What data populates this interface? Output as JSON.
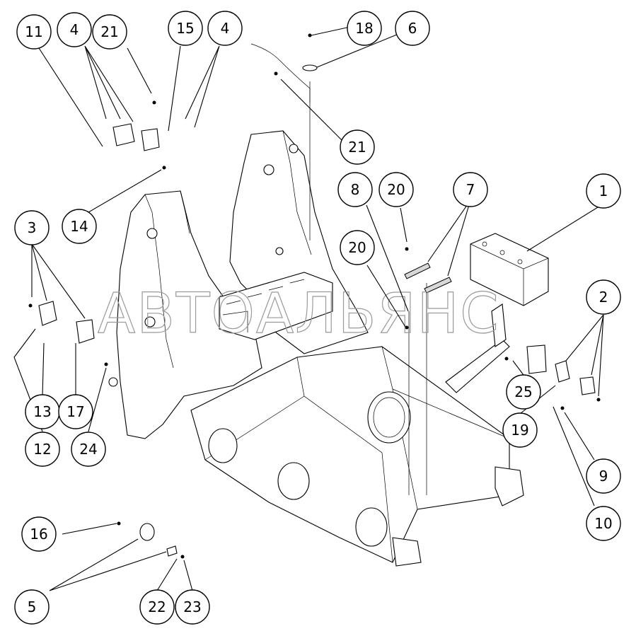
{
  "watermark": "АВТОАЛЬЯНС",
  "callouts": [
    {
      "label": "11"
    },
    {
      "label": "4"
    },
    {
      "label": "21"
    },
    {
      "label": "15"
    },
    {
      "label": "4"
    },
    {
      "label": "18"
    },
    {
      "label": "6"
    },
    {
      "label": "21"
    },
    {
      "label": "14"
    },
    {
      "label": "8"
    },
    {
      "label": "20"
    },
    {
      "label": "7"
    },
    {
      "label": "1"
    },
    {
      "label": "3"
    },
    {
      "label": "20"
    },
    {
      "label": "2"
    },
    {
      "label": "13"
    },
    {
      "label": "17"
    },
    {
      "label": "12"
    },
    {
      "label": "24"
    },
    {
      "label": "25"
    },
    {
      "label": "19"
    },
    {
      "label": "9"
    },
    {
      "label": "10"
    },
    {
      "label": "16"
    },
    {
      "label": "5"
    },
    {
      "label": "22"
    },
    {
      "label": "23"
    }
  ]
}
